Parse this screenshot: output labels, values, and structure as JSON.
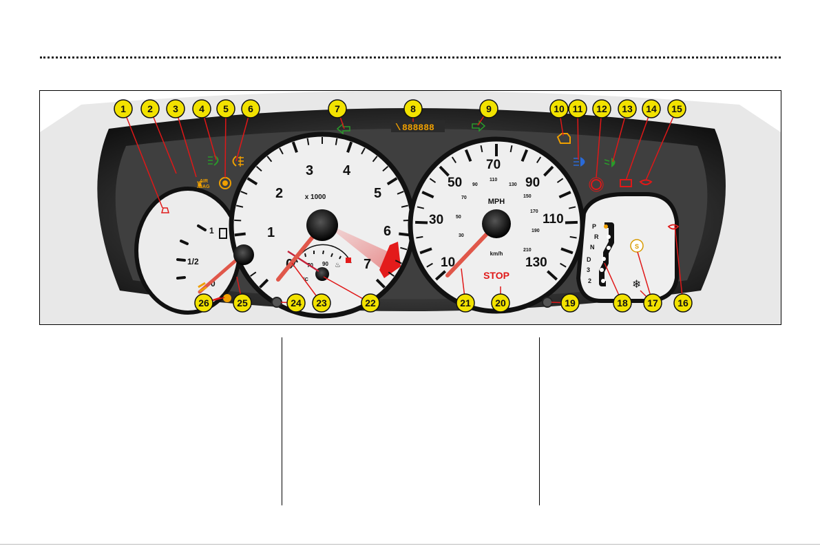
{
  "tachometer": {
    "multiplier": "x 1000",
    "numbers": [
      "0",
      "1",
      "2",
      "3",
      "4",
      "5",
      "6",
      "7"
    ],
    "temp_scale": [
      "70",
      "90"
    ],
    "temp_unit": "°C"
  },
  "fuel_gauge": {
    "marks": [
      "0",
      "1/2",
      "1"
    ]
  },
  "speedometer": {
    "unit_primary": "MPH",
    "unit_secondary": "km/h",
    "mph_numbers": [
      "10",
      "30",
      "50",
      "70",
      "90",
      "110",
      "130"
    ],
    "kmh_numbers": [
      "30",
      "50",
      "70",
      "90",
      "110",
      "130",
      "150",
      "170",
      "190",
      "210"
    ]
  },
  "odometer": {
    "display": "888888"
  },
  "stop_label": "STOP",
  "airbag_label": [
    "AIR",
    "BAG"
  ],
  "gear_selector": {
    "positions": [
      "P",
      "R",
      "N",
      "D",
      "3",
      "2"
    ],
    "sport_symbol": "S"
  },
  "callouts": [
    "1",
    "2",
    "3",
    "4",
    "5",
    "6",
    "7",
    "8",
    "9",
    "10",
    "11",
    "12",
    "13",
    "14",
    "15",
    "16",
    "17",
    "18",
    "19",
    "20",
    "21",
    "22",
    "23",
    "24",
    "25",
    "26"
  ],
  "colors": {
    "callout_fill": "#f2e200",
    "warning_red": "#e01818",
    "amber": "#f0a000",
    "green": "#2a9a2a",
    "blue": "#2a6ad8",
    "dial_red": "#e31b1b"
  }
}
